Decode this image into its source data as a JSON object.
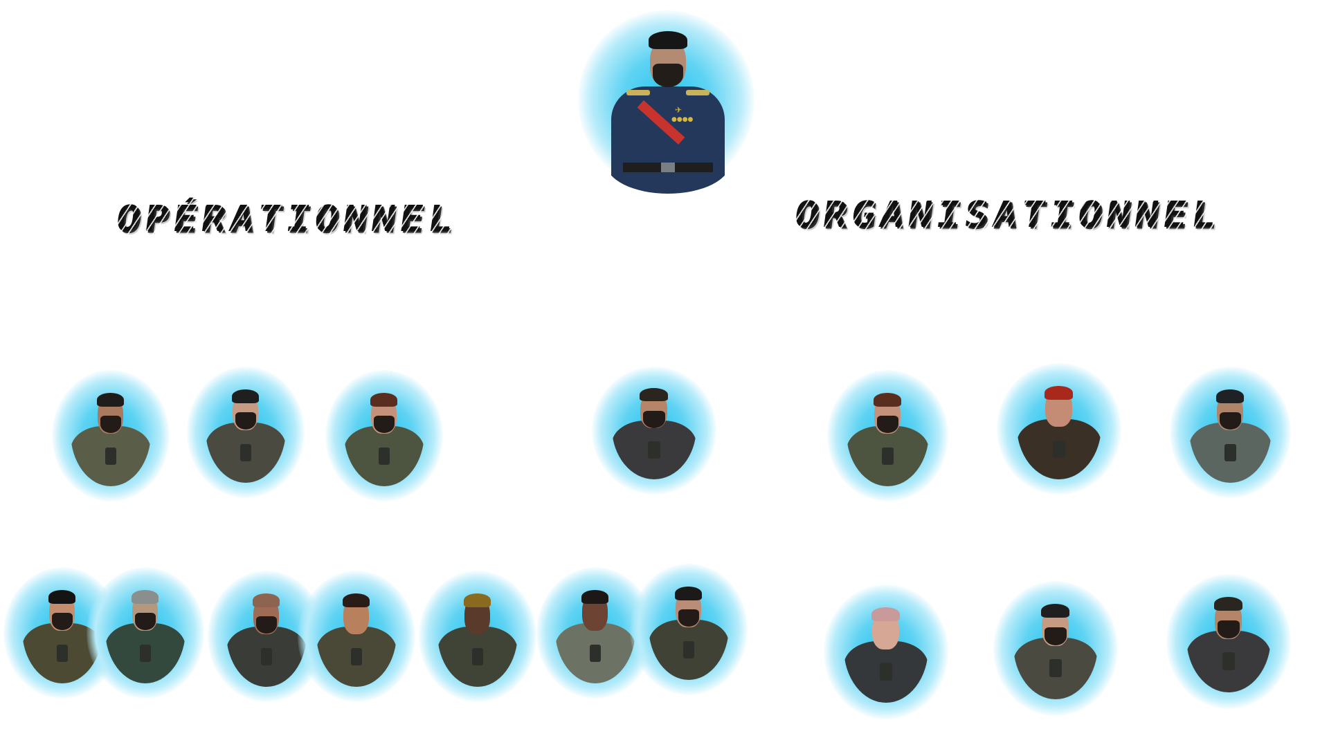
{
  "page": {
    "background": "#ffffff",
    "glow_color": "#29c4ee"
  },
  "headings": {
    "left": "OPÉRATIONNEL",
    "right": "ORGANISATIONNEL"
  },
  "commander": {
    "role": "commander",
    "uniform_color": "#23385a",
    "sash_color": "#c8332d",
    "trim_color": "#c9b35a"
  },
  "operational": {
    "middle_row": [
      {
        "id": "op-m1",
        "hair": "#1e1d1c",
        "skin": "#a97a5f",
        "armor": "#5a5e48",
        "beard": true
      },
      {
        "id": "op-m2",
        "hair": "#1f1f1f",
        "skin": "#c79a82",
        "armor": "#4a4a40",
        "beard": true
      },
      {
        "id": "op-m3",
        "hair": "#5a2e1e",
        "skin": "#c4927a",
        "armor": "#4d5540",
        "beard": true
      },
      {
        "id": "op-m4",
        "hair": "#2b2520",
        "skin": "#b68466",
        "armor": "#3a3a3c",
        "beard": true
      }
    ],
    "bottom_row": [
      {
        "id": "op-b1",
        "hair": "#141414",
        "skin": "#c48e6e",
        "armor": "#4c4a33",
        "beard": true
      },
      {
        "id": "op-b2",
        "hair": "#8a8e8c",
        "skin": "#b5977d",
        "armor": "#34493d",
        "beard": true
      },
      {
        "id": "op-b3",
        "hair": "#8c6450",
        "skin": "#9e6c55",
        "armor": "#3a3c38",
        "beard": true
      },
      {
        "id": "op-b4",
        "hair": "#2a1c16",
        "skin": "#b9805e",
        "armor": "#4a4836",
        "beard": false
      },
      {
        "id": "op-b5",
        "hair": "#8a6a1e",
        "skin": "#5a3a2a",
        "armor": "#3f4436",
        "beard": false
      },
      {
        "id": "op-b6",
        "hair": "#1b1815",
        "skin": "#6d4433",
        "armor": "#6d7364",
        "beard": false
      },
      {
        "id": "op-b7",
        "hair": "#1c1a18",
        "skin": "#b98d78",
        "armor": "#414236",
        "beard": true
      }
    ]
  },
  "organisational": {
    "middle_row": [
      {
        "id": "org-m1",
        "hair": "#5a2e1e",
        "skin": "#c4927a",
        "armor": "#4d5540",
        "beard": true
      },
      {
        "id": "org-m2",
        "hair": "#a8281c",
        "skin": "#c48c74",
        "armor": "#3a3026",
        "beard": false
      },
      {
        "id": "org-m3",
        "hair": "#1e2224",
        "skin": "#b08468",
        "armor": "#5b6661",
        "beard": true
      }
    ],
    "bottom_row": [
      {
        "id": "org-b1",
        "hair": "#c99a9a",
        "skin": "#d7a795",
        "armor": "#35383a",
        "beard": false
      },
      {
        "id": "org-b2",
        "hair": "#1f1f1f",
        "skin": "#c79a82",
        "armor": "#4a4a40",
        "beard": true
      },
      {
        "id": "org-b3",
        "hair": "#2b2520",
        "skin": "#b68466",
        "armor": "#3a3a3c",
        "beard": true
      }
    ]
  }
}
